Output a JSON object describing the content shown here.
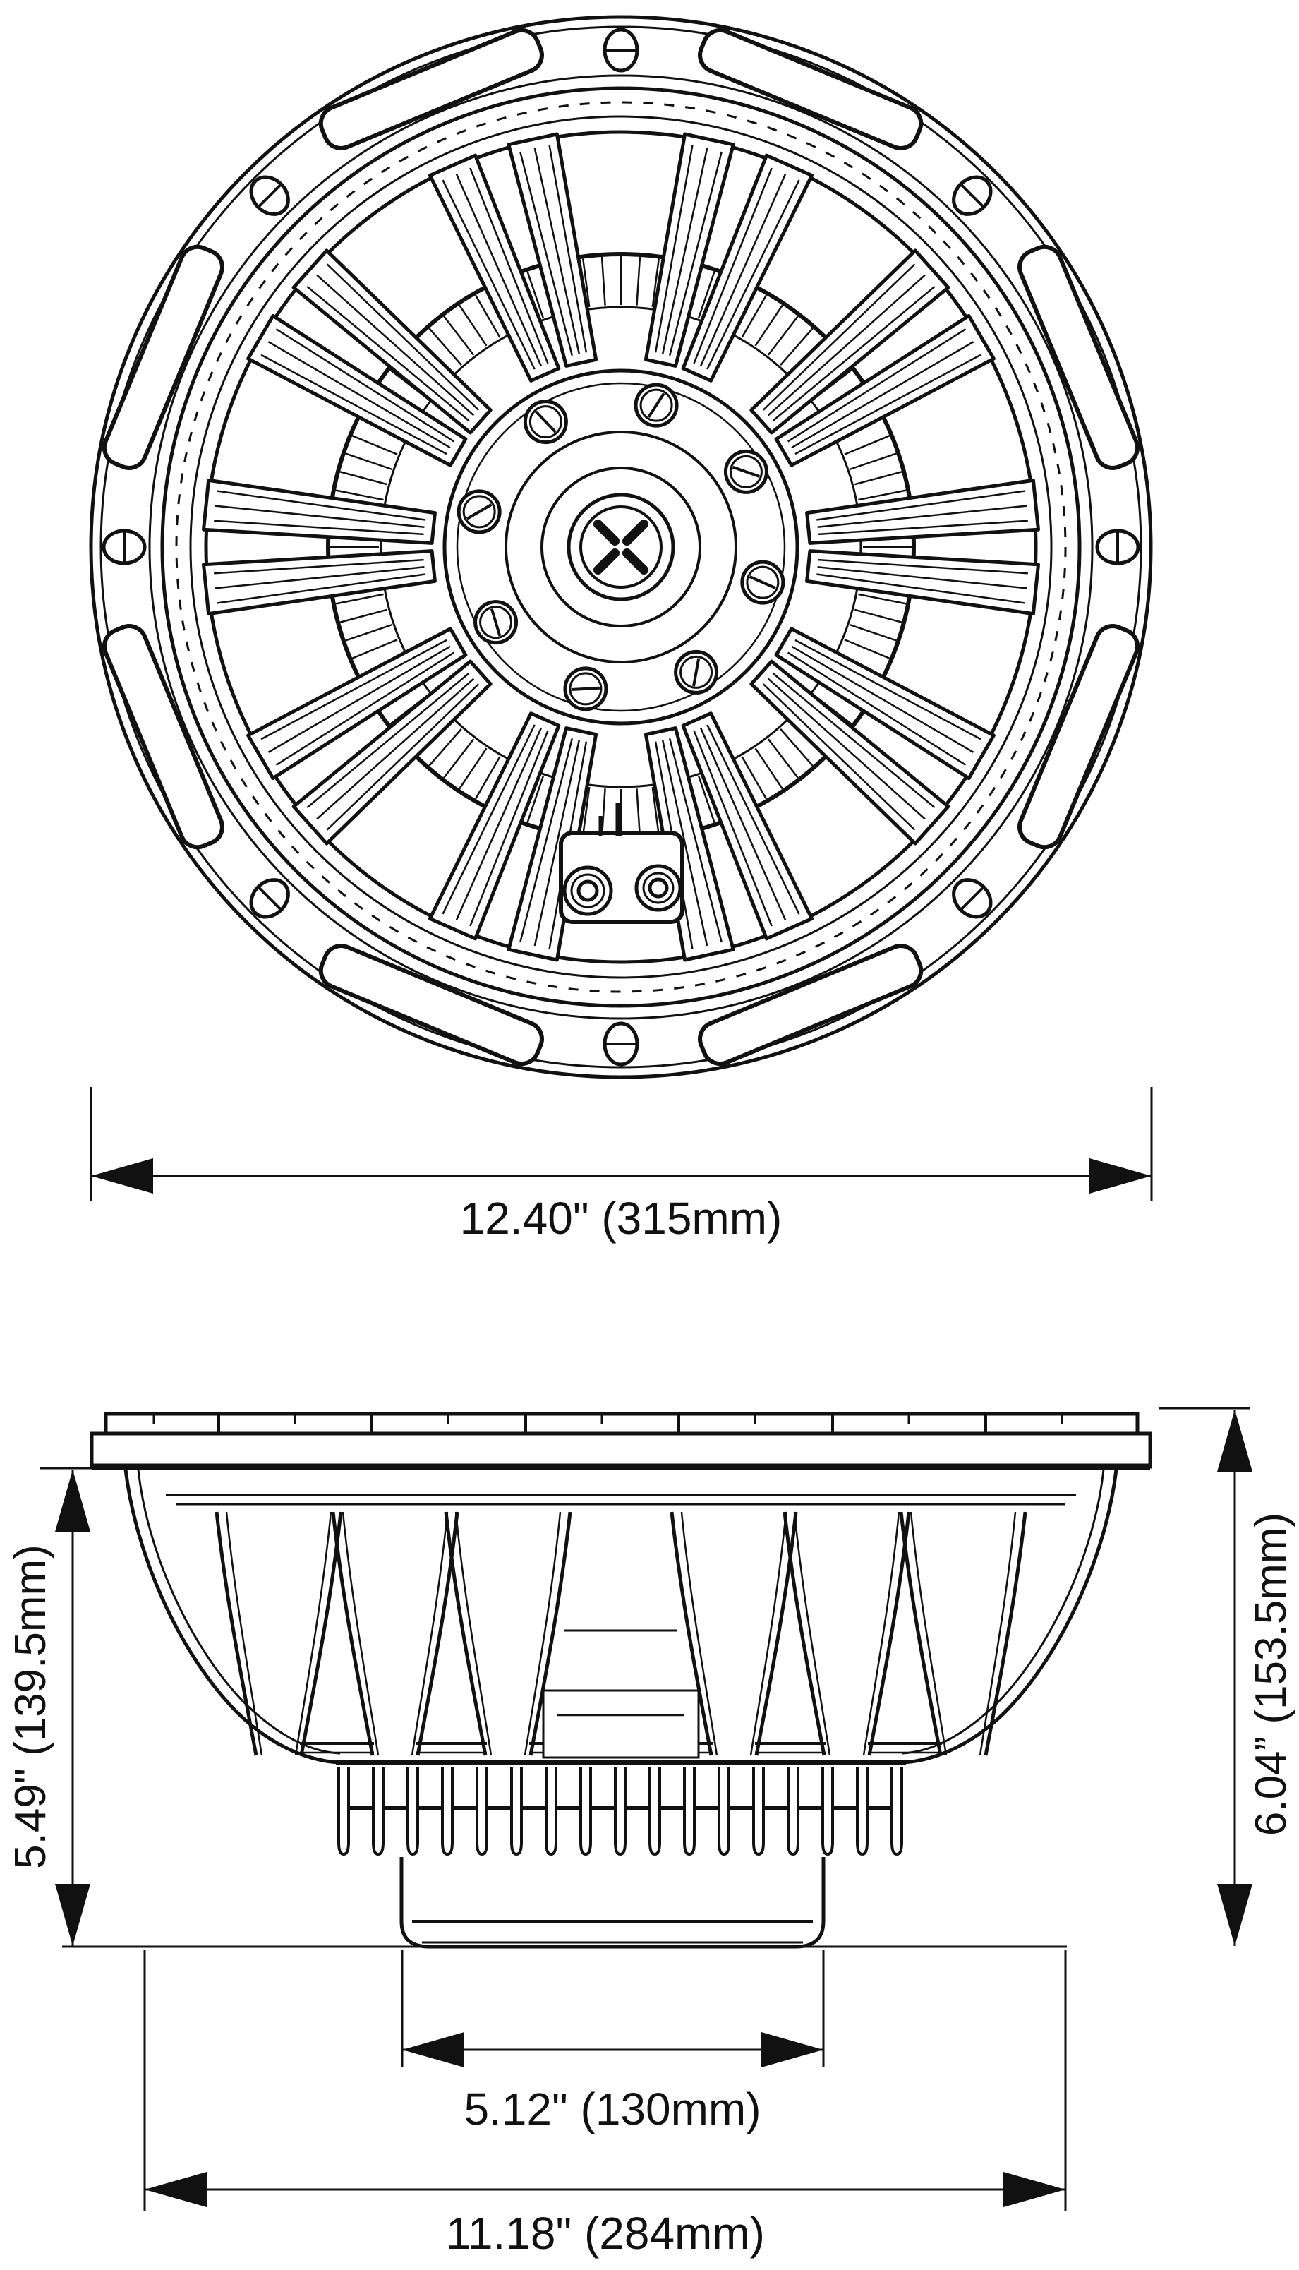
{
  "figure": {
    "kind": "technical dimension drawing",
    "subject": "12-inch loudspeaker driver, rear view and side view",
    "views": [
      {
        "name": "rear-view",
        "features": [
          "outer mounting flange ring",
          "8 mounting screw slots",
          "8 gasket arc slots",
          "10 twin basket spokes",
          "radial heatsink fin ring",
          "hub with 8 screws",
          "center vent with cross brace",
          "terminal block with 2 binding posts"
        ]
      },
      {
        "name": "side-view",
        "features": [
          "gasket strip",
          "mounting flange",
          "tapered basket legs",
          "vertical heatsink fins",
          "magnet cup"
        ]
      }
    ]
  },
  "dimensions": {
    "overall_diameter": "12.40\" (315mm)",
    "mounting_depth": "5.49\" (139.5mm)",
    "overall_depth": "6.04” (153.5mm)",
    "magnet_diameter": "5.12\" (130mm)",
    "cutout_diameter": "11.18\" (284mm)"
  },
  "colors": {
    "ink": "#111111",
    "background": "#ffffff"
  }
}
